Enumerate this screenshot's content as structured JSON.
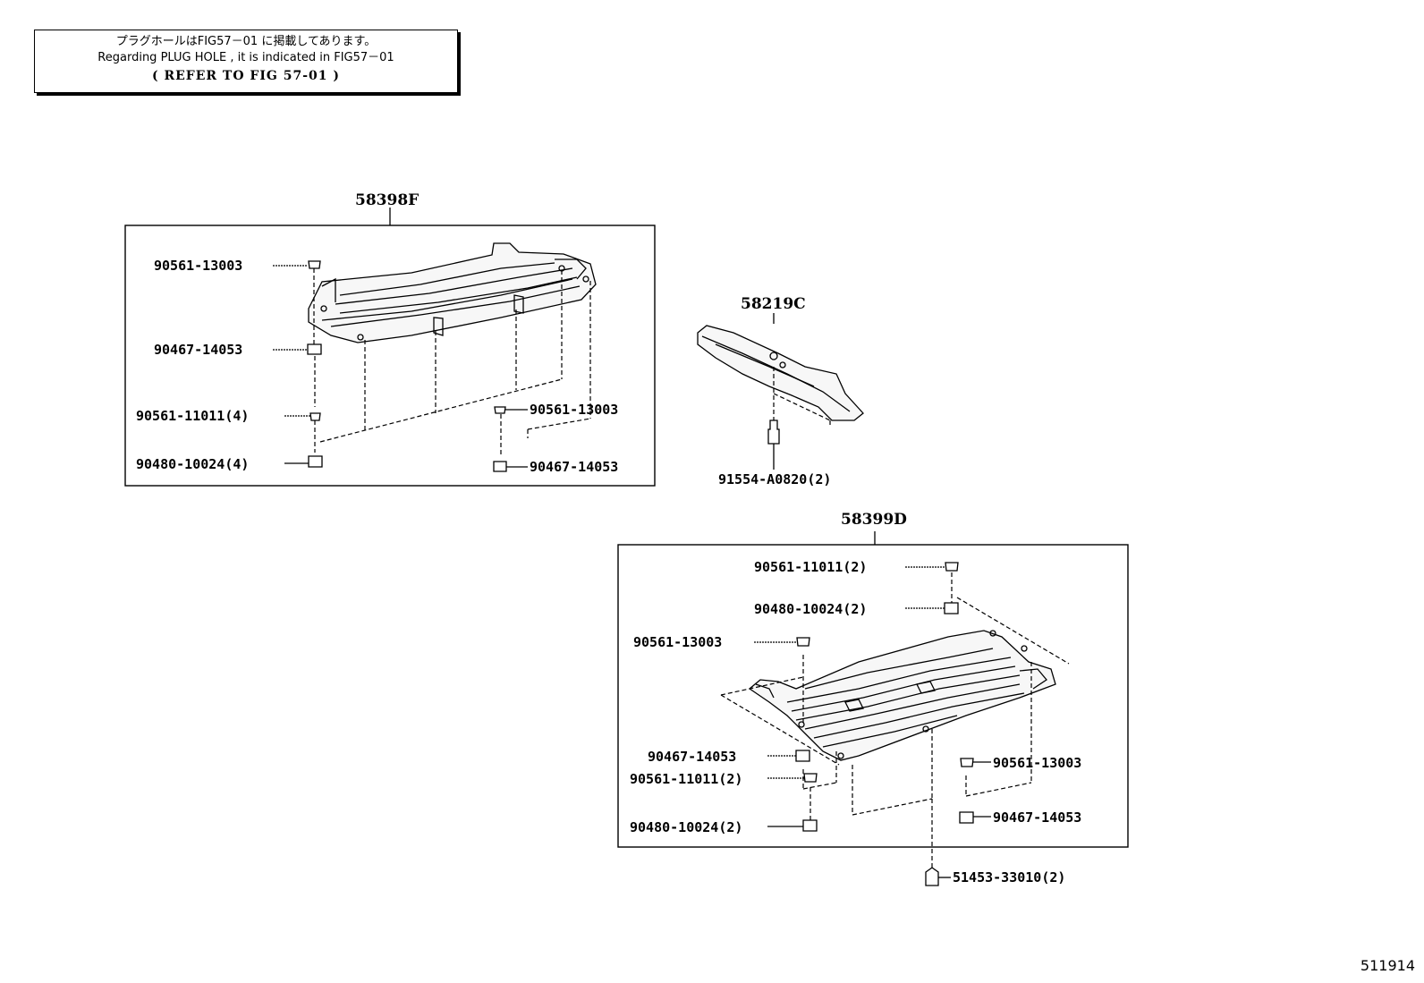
{
  "note": {
    "jp": "プラグホールはFIG57－01 に掲載してあります。",
    "en": "Regarding PLUG HOLE , it is indicated in FIG57－01",
    "ref": "( REFER TO FIG 57-01 )"
  },
  "groups": {
    "g1": "58398F",
    "g2": "58219C",
    "g3": "58399D"
  },
  "parts": {
    "p1": "90561-13003",
    "p2": "90467-14053",
    "p3": "90561-11011(4)",
    "p4": "90480-10024(4)",
    "p5": "90561-13003",
    "p6": "90467-14053",
    "p7": "91554-A0820(2)",
    "p8": "90561-11011(2)",
    "p9": "90480-10024(2)",
    "p10": "90561-13003",
    "p11": "90467-14053",
    "p12": "90561-11011(2)",
    "p13": "90480-10024(2)",
    "p14": "90561-13003",
    "p15": "90467-14053",
    "p16": "51453-33010(2)"
  },
  "diagram_code": "511914"
}
